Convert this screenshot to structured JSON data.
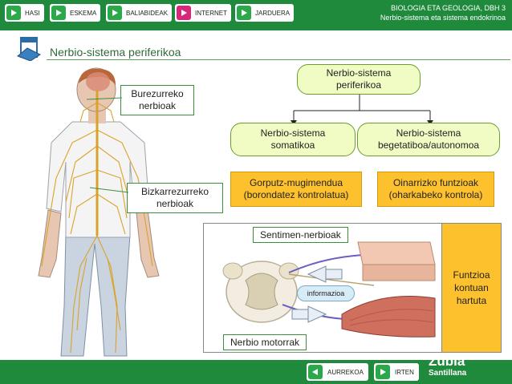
{
  "nav": [
    {
      "label": "HASI",
      "icon": "play-icon",
      "color": "#2aa84a"
    },
    {
      "label": "ESKEMA",
      "icon": "play-icon",
      "color": "#2aa84a"
    },
    {
      "label": "BALIABIDEAK",
      "icon": "play-icon",
      "color": "#2aa84a"
    },
    {
      "label": "INTERNET",
      "icon": "play-icon",
      "color": "#d8267a"
    },
    {
      "label": "JARDUERA",
      "icon": "play-icon",
      "color": "#2aa84a"
    }
  ],
  "course": {
    "line1": "BIOLOGIA ETA GEOLOGIA, DBH 3",
    "line2": "Nerbio-sistema eta sistema endokrinoa"
  },
  "page_title": "Nerbio-sistema periferikoa",
  "figure": {
    "cranial_label": "Burezurreko\nnerbioak",
    "spinal_label": "Bizkarrezurreko\nnerbioak"
  },
  "diagram": {
    "root": "Nerbio-sistema\nperiferikoa",
    "somatic": "Nerbio-sistema\nsomatikoa",
    "autonomic": "Nerbio-sistema\nbegetatiboa/autonomoa",
    "somatic_desc": "Gorputz-mugimendua\n(borondatez kontrolatua)",
    "autonomic_desc": "Oinarrizko funtzioak\n(oharkabeko kontrola)"
  },
  "panel": {
    "sensory": "Sentimen-nerbioak",
    "info": "informazioa",
    "motor": "Nerbio motorrak",
    "function": "Funtzioa\nkontuan\nhartuta"
  },
  "bottom": {
    "prev": "AURREKOA",
    "exit": "IRTEN",
    "logo_main": "Zubia",
    "logo_sub": "Santillana"
  },
  "colors": {
    "bar": "#1f8a3c",
    "pill": "#f1fcc4",
    "orange": "#fdc12e"
  }
}
